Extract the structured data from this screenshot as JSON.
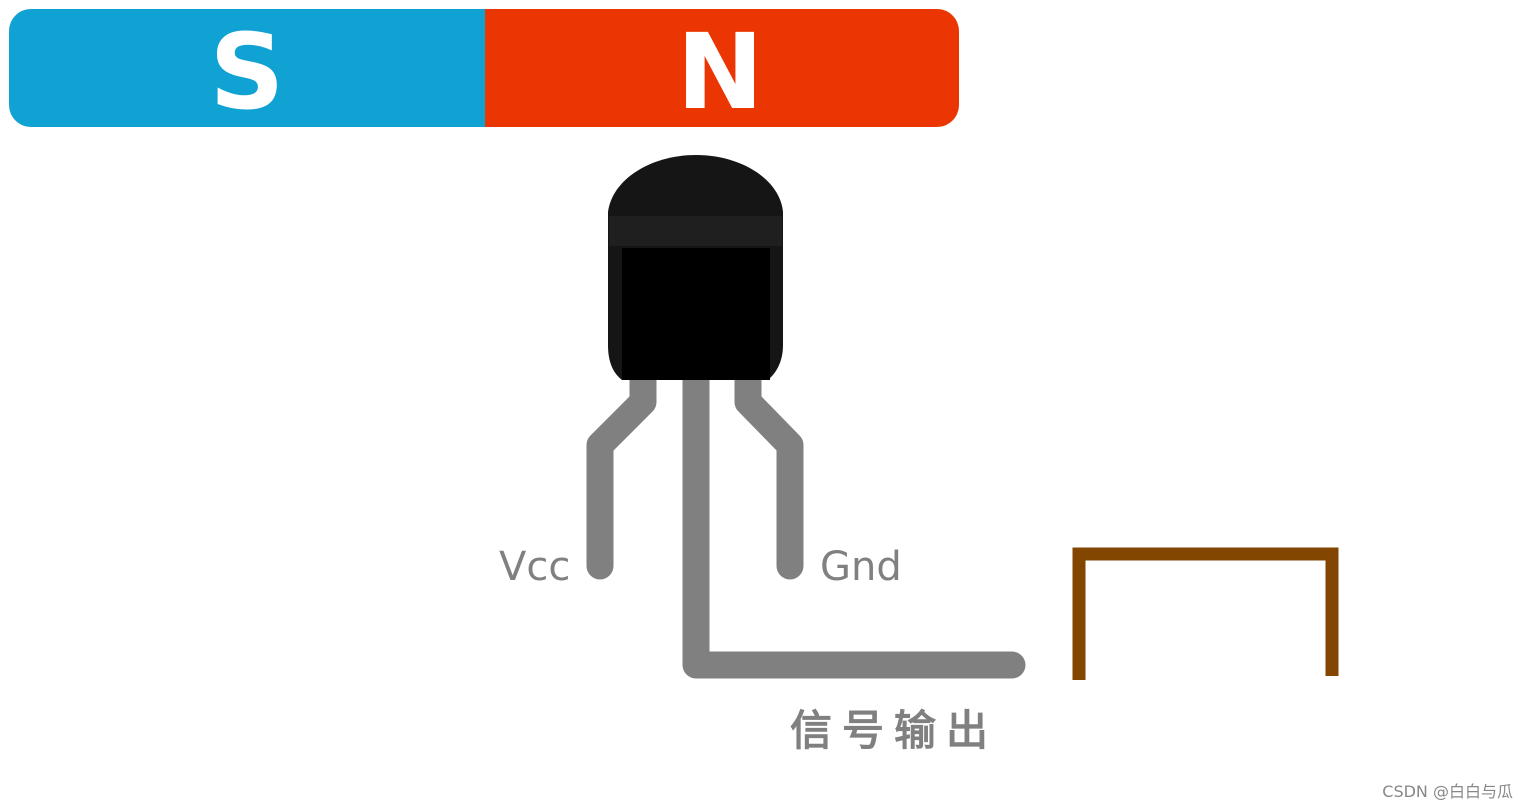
{
  "magnet": {
    "south_label": "S",
    "north_label": "N",
    "south_color": "#10A2D3",
    "north_color": "#EB3503"
  },
  "sensor": {
    "body_color": "#151515",
    "lead_color": "#808080"
  },
  "pins": {
    "left_label": "Vcc",
    "right_label": "Gnd"
  },
  "signal": {
    "output_label": "信号输出",
    "waveform_color": "#824600"
  },
  "watermark": "CSDN @白白与瓜"
}
